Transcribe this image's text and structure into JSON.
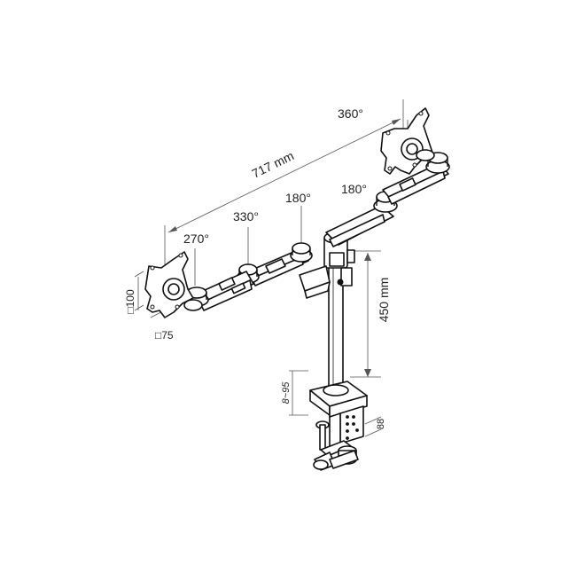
{
  "labels": {
    "width": "717 mm",
    "height": "450 mm",
    "rot_right_plate": "360°",
    "rot_right_joint": "180°",
    "rot_center": "180°",
    "rot_mid_left": "330°",
    "rot_left": "270°",
    "vesa_100": "□100",
    "vesa_75": "□75",
    "clamp_range": "8~95",
    "clamp_depth": "88"
  },
  "colors": {
    "line": "#111111",
    "dimension": "#555555",
    "background": "#ffffff"
  }
}
